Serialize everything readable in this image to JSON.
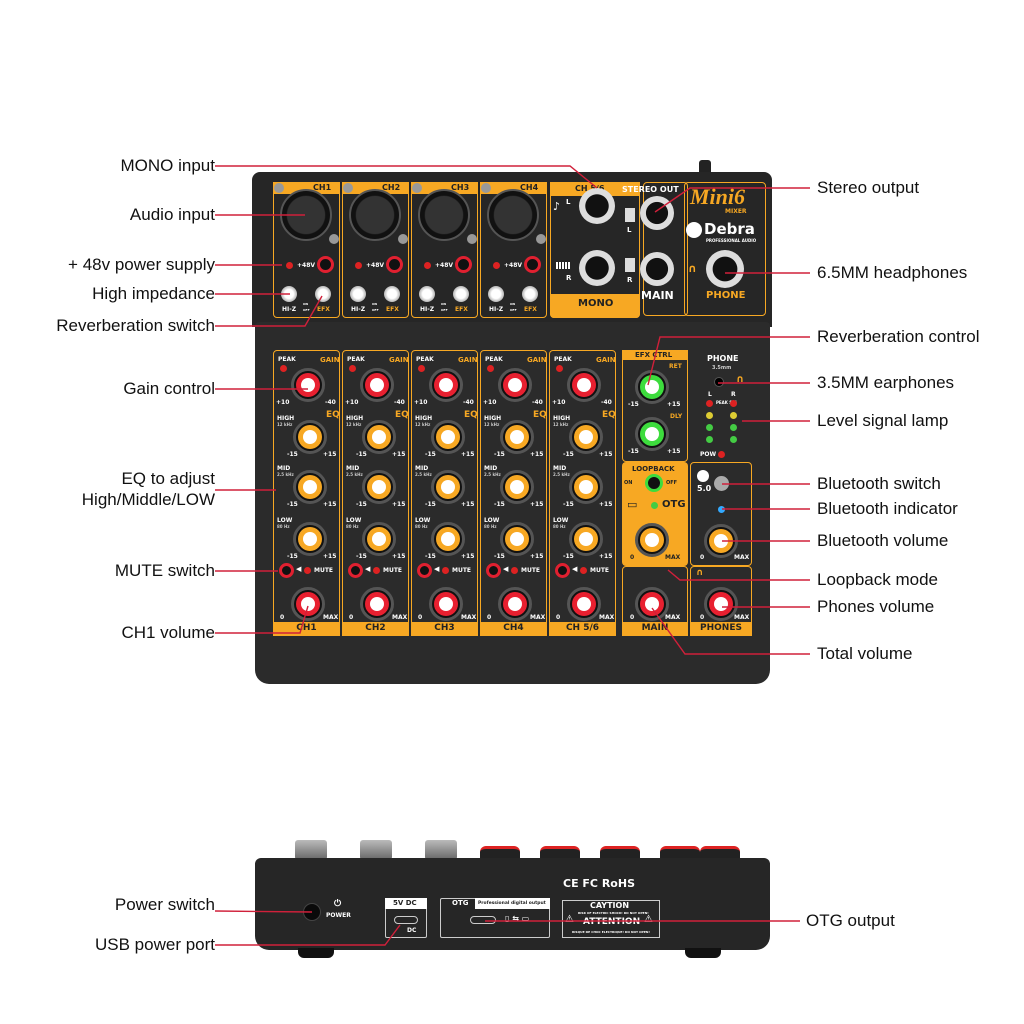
{
  "callouts_left": [
    {
      "id": "mono-input",
      "text": "MONO input"
    },
    {
      "id": "audio-input",
      "text": "Audio input"
    },
    {
      "id": "phantom-power",
      "text": "+ 48v power supply"
    },
    {
      "id": "high-impedance",
      "text": "High impedance"
    },
    {
      "id": "reverb-switch",
      "text": "Reverberation switch"
    },
    {
      "id": "gain-control",
      "text": "Gain control"
    },
    {
      "id": "eq-adjust",
      "text": "EQ to adjust"
    },
    {
      "id": "eq-adjust-2",
      "text": "High/Middle/LOW"
    },
    {
      "id": "mute-switch",
      "text": "MUTE switch"
    },
    {
      "id": "ch1-volume",
      "text": "CH1 volume"
    },
    {
      "id": "power-switch",
      "text": "Power switch"
    },
    {
      "id": "usb-power-port",
      "text": "USB power port"
    }
  ],
  "callouts_right": [
    {
      "id": "stereo-output",
      "text": "Stereo output"
    },
    {
      "id": "headphones-65",
      "text": "6.5MM headphones"
    },
    {
      "id": "reverb-control",
      "text": "Reverberation control"
    },
    {
      "id": "earphones-35",
      "text": "3.5MM earphones"
    },
    {
      "id": "level-lamp",
      "text": "Level signal lamp"
    },
    {
      "id": "bt-switch",
      "text": "Bluetooth switch"
    },
    {
      "id": "bt-indicator",
      "text": "Bluetooth indicator"
    },
    {
      "id": "bt-volume",
      "text": "Bluetooth volume"
    },
    {
      "id": "loopback-mode",
      "text": "Loopback mode"
    },
    {
      "id": "phones-volume",
      "text": "Phones volume"
    },
    {
      "id": "total-volume",
      "text": "Total volume"
    },
    {
      "id": "otg-output",
      "text": "OTG output"
    }
  ],
  "colors": {
    "accent": "#f7a823",
    "callout_line": "#d0203a",
    "body": "#262626"
  },
  "top_panel": {
    "channels": [
      "CH1",
      "CH2",
      "CH3",
      "CH4"
    ],
    "phantom": "+48V",
    "hiz": "HI-Z",
    "efx": "EFX",
    "on": "ON",
    "off": "OFF",
    "ch56": "CH 5/6",
    "mono": "MONO",
    "l": "L",
    "r": "R",
    "stereo_out": "STEREO OUT",
    "main": "MAIN",
    "phone": "PHONE",
    "brand": "Mini6",
    "brand_sub": "MIXER",
    "maker": "Debra",
    "maker_sub": "PROFESSIONAL AUDIO"
  },
  "strips": {
    "labels": [
      "CH1",
      "CH2",
      "CH3",
      "CH4",
      "CH 5/6"
    ],
    "peak": "PEAK",
    "gain": "GAIN",
    "gain_min": "+10",
    "gain_max": "-40",
    "eq": "EQ",
    "bands": [
      {
        "name": "HIGH",
        "freq": "12 kHz"
      },
      {
        "name": "MID",
        "freq": "2.5 kHz"
      },
      {
        "name": "LOW",
        "freq": "80 Hz"
      }
    ],
    "eq_min": "-15",
    "eq_max": "+15",
    "mute": "MUTE",
    "vol_min": "0",
    "vol_max": "MAX"
  },
  "right_panel": {
    "efx_ctrl": "EFX CTRL",
    "ret": "RET",
    "dly": "DLY",
    "loopback": "LOOPBACK",
    "on": "ON",
    "off": "OFF",
    "otg": "OTG",
    "main": "MAIN",
    "phone": "PHONE",
    "phone_size": "3.5mm",
    "l": "L",
    "r": "R",
    "peak_sig": "PEAK SIG",
    "pow": "POW",
    "bt": "5.0",
    "phones": "PHONES",
    "min": "0",
    "max": "MAX",
    "minus15": "-15",
    "plus15": "+15"
  },
  "rear": {
    "power": "POWER",
    "dc": "5V DC",
    "dc_sub": "DC",
    "otg": "OTG",
    "otg_desc": "Professional digital output",
    "certs": "CE  FC  RoHS",
    "caution": "CAYTION",
    "caution_sub": "RISK OF ELECTRIC SHOCK! DO NOT OPEN!",
    "attention": "ATTENTION",
    "attention_sub": "RISQUE DE CHOC ELECTRIQUE! DO NOT OPEN!"
  }
}
